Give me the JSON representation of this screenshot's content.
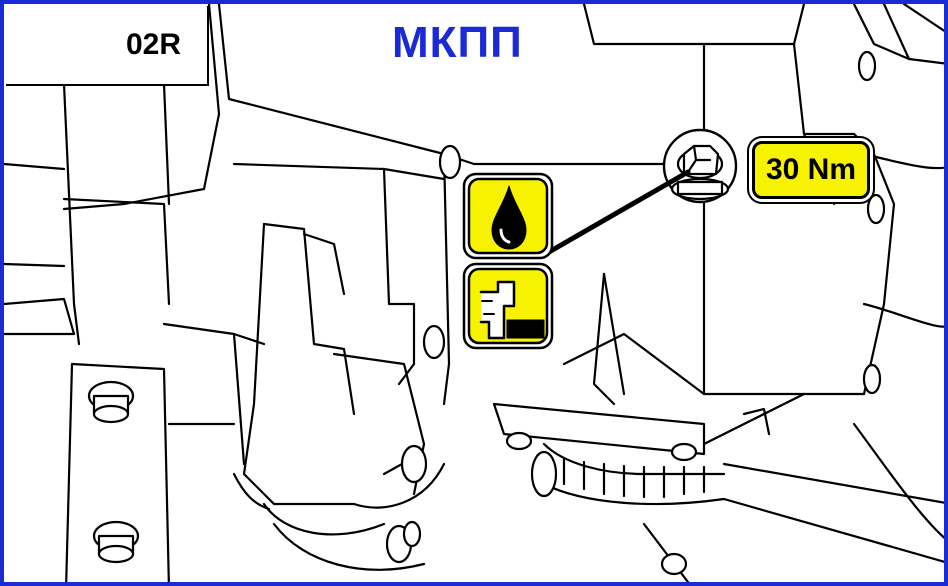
{
  "header": {
    "code_label": "02R",
    "title": "МКПП"
  },
  "callout": {
    "torque_label": "30 Nm"
  },
  "icons": {
    "transmission": "transmission-icon",
    "oil_drop": "oil-drop-icon",
    "oil_level": "oil-level-icon"
  },
  "colors": {
    "frame_border": "#1a2ad6",
    "title_text": "#1a2ad6",
    "callout_fill": "#f7f200",
    "outline": "#000000"
  }
}
